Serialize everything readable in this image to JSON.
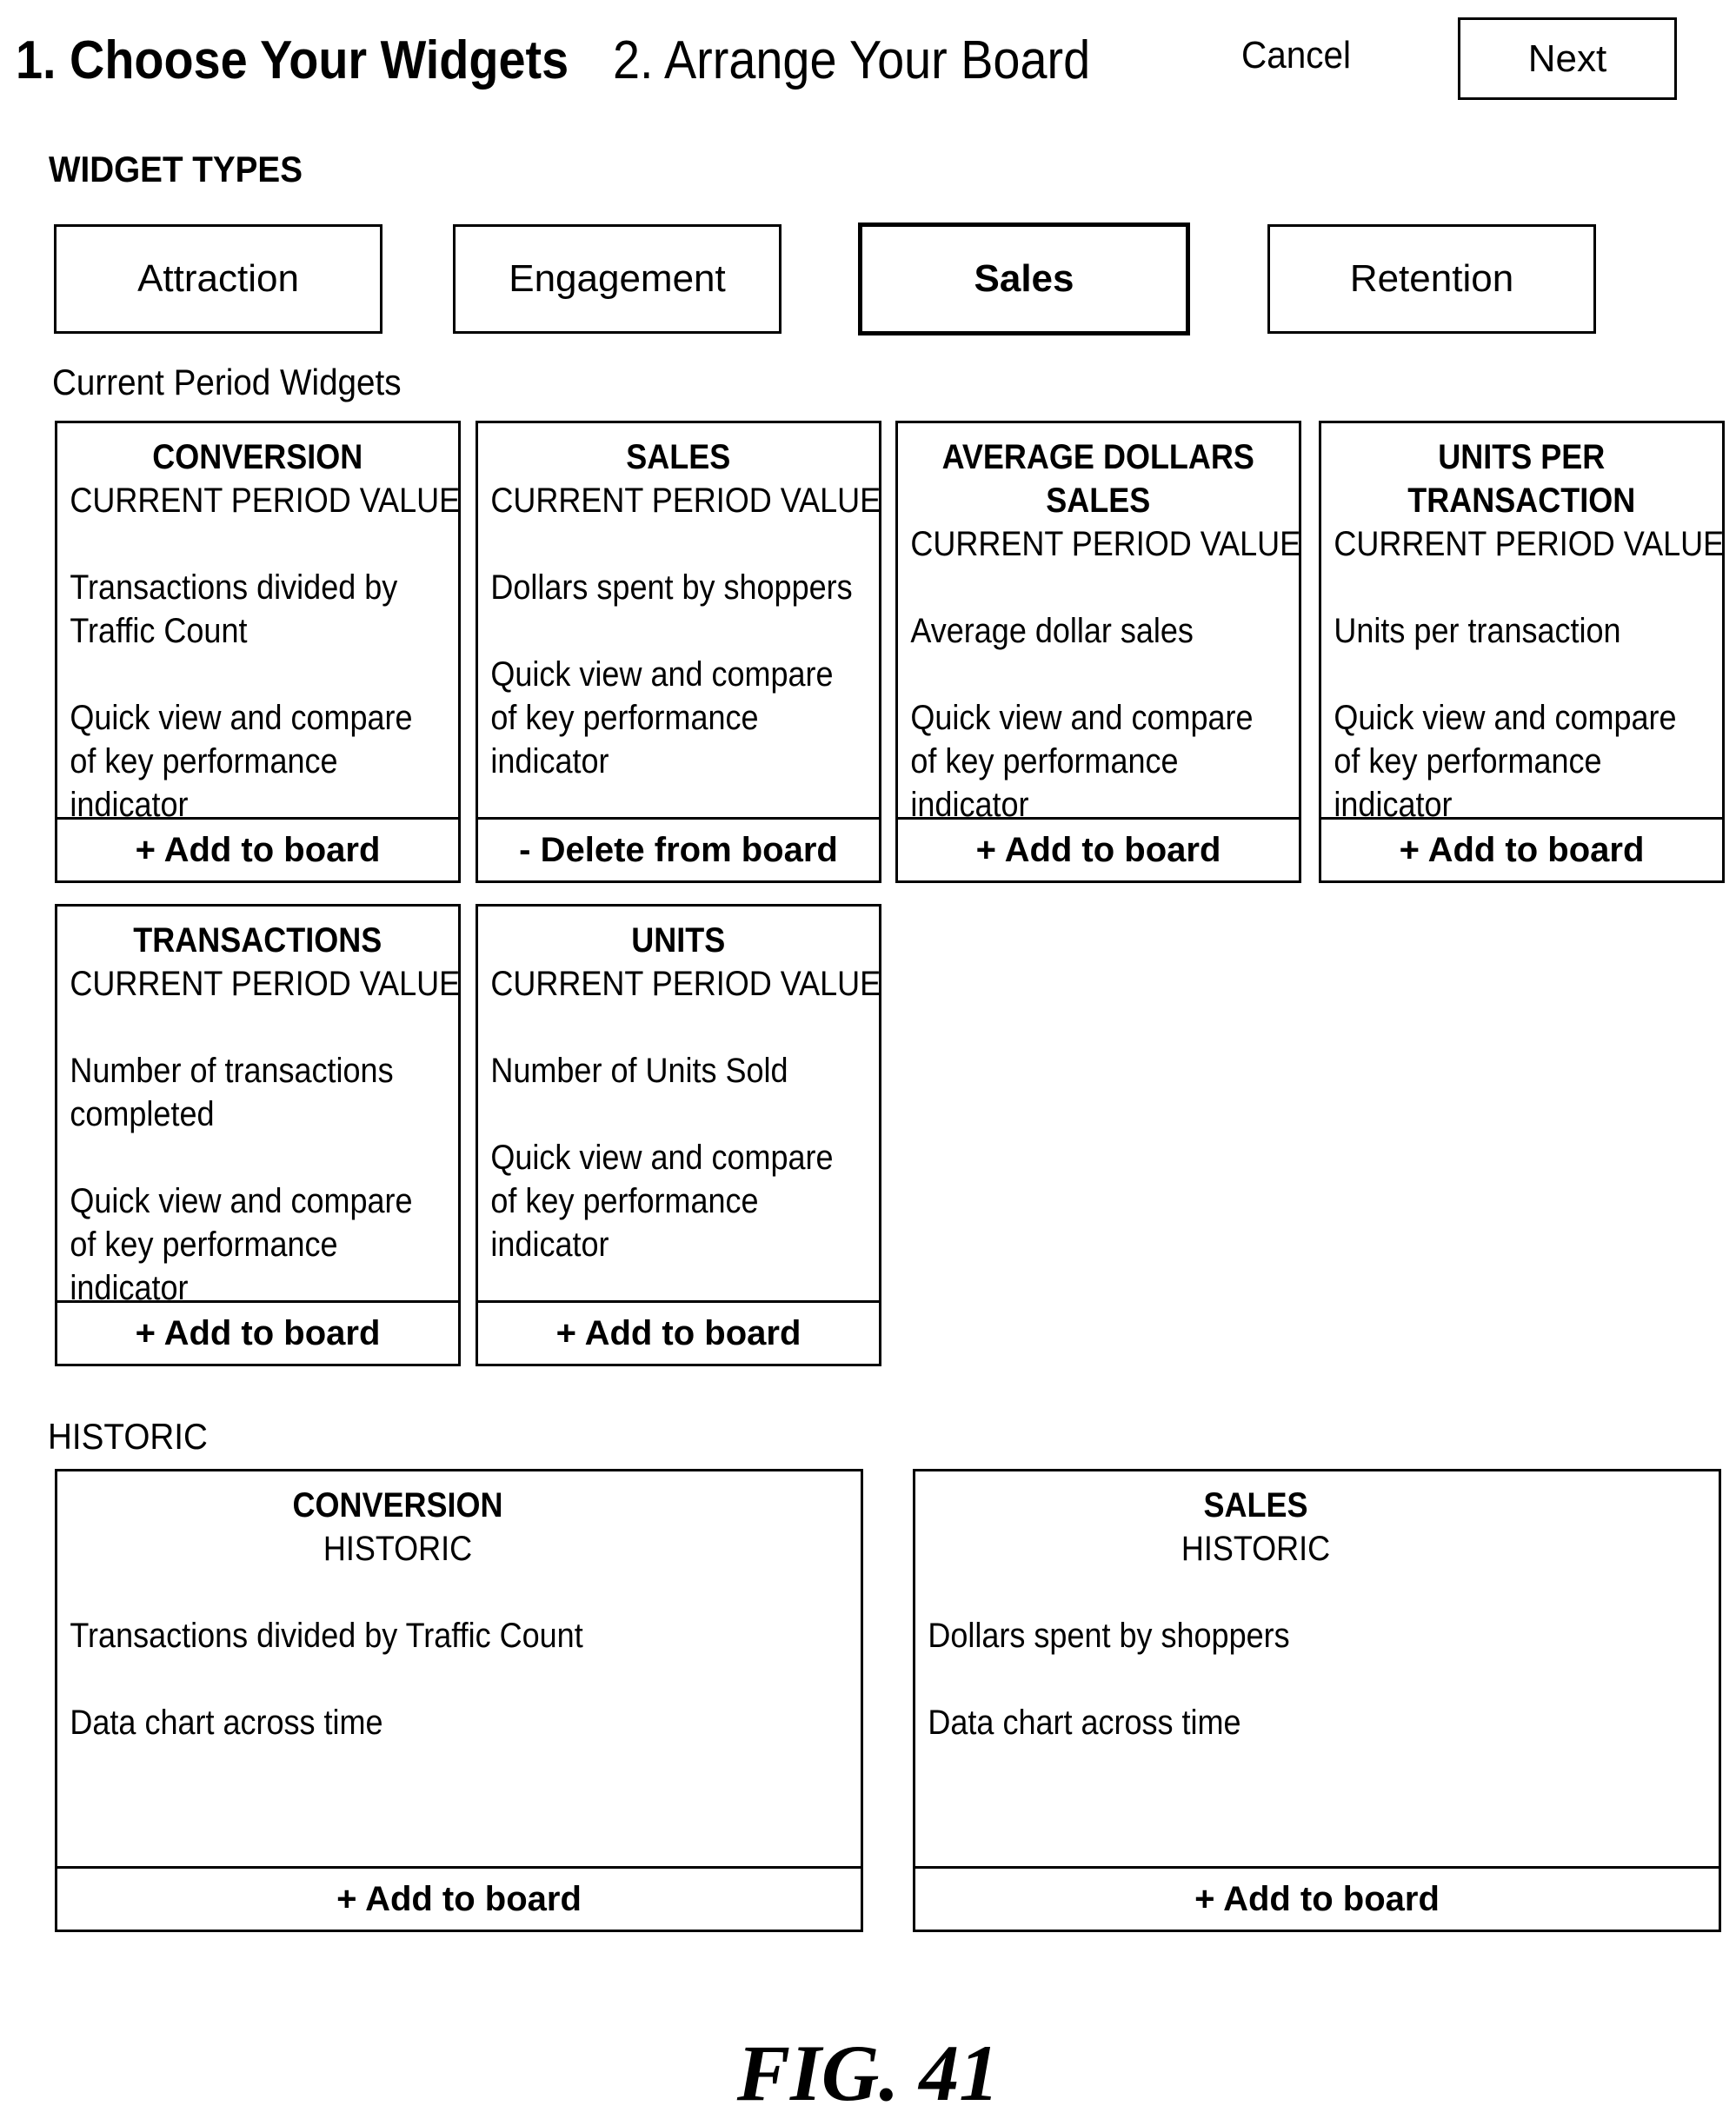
{
  "header": {
    "step1": "1. Choose Your Widgets",
    "step2": "2. Arrange Your Board",
    "cancel": "Cancel",
    "next": "Next"
  },
  "widget_types": {
    "label": "WIDGET TYPES",
    "tabs": [
      {
        "label": "Attraction",
        "active": false
      },
      {
        "label": "Engagement",
        "active": false
      },
      {
        "label": "Sales",
        "active": true
      },
      {
        "label": "Retention",
        "active": false
      }
    ]
  },
  "current": {
    "label": "Current Period Widgets",
    "cards": [
      {
        "title": "CONVERSION",
        "subtitle": "CURRENT PERIOD VALUE",
        "description": "Transactions divided by Traffic Count",
        "note": "Quick view and compare of key performance indicator",
        "action": "+ Add to board"
      },
      {
        "title": "SALES",
        "subtitle": "CURRENT PERIOD VALUE",
        "description": "Dollars spent by shoppers",
        "note": "Quick view and compare of key performance indicator",
        "action": "- Delete from board"
      },
      {
        "title": "AVERAGE DOLLARS SALES",
        "subtitle": "CURRENT PERIOD VALUE",
        "description": "Average dollar sales",
        "note": "Quick view and compare of key performance indicator",
        "action": "+ Add to board"
      },
      {
        "title": "UNITS PER TRANSACTION",
        "subtitle": "CURRENT PERIOD VALUE",
        "description": "Units per transaction",
        "note": "Quick view and compare of key performance indicator",
        "action": "+ Add to board"
      },
      {
        "title": "TRANSACTIONS",
        "subtitle": "CURRENT PERIOD VALUE",
        "description": "Number of transactions completed",
        "note": "Quick view and compare of key performance indicator",
        "action": "+ Add to board"
      },
      {
        "title": "UNITS",
        "subtitle": "CURRENT PERIOD VALUE",
        "description": "Number of Units Sold",
        "note": "Quick view and compare of key performance indicator",
        "action": "+ Add to board"
      }
    ]
  },
  "historic": {
    "label": "HISTORIC",
    "cards": [
      {
        "title": "CONVERSION",
        "subtitle": "HISTORIC",
        "description": "Transactions divided by Traffic Count",
        "note": "Data chart across time",
        "action": "+ Add to board"
      },
      {
        "title": "SALES",
        "subtitle": "HISTORIC",
        "description": "Dollars spent by shoppers",
        "note": "Data chart across time",
        "action": "+ Add to board"
      }
    ]
  },
  "caption": "FIG. 41"
}
